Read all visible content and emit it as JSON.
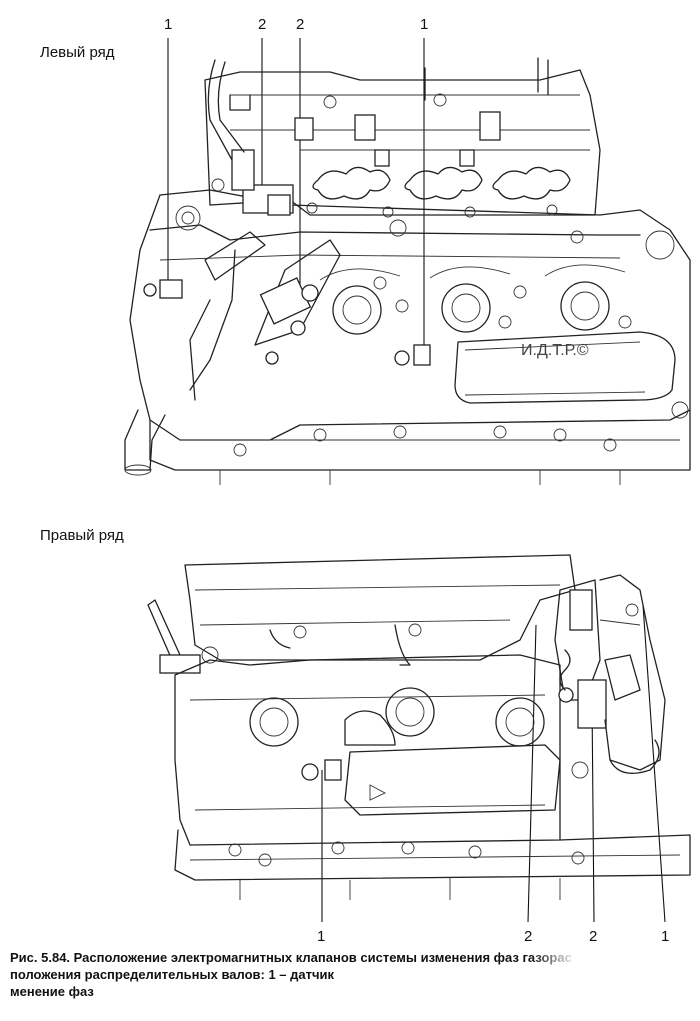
{
  "diagrams": [
    {
      "id": "left",
      "heading": "Левый ряд",
      "callouts_top": [
        "1",
        "2",
        "2",
        "1"
      ],
      "emblem": "И.Д.Т.Р.©"
    },
    {
      "id": "right",
      "heading": "Правый ряд",
      "callouts_bottom": [
        "1",
        "2",
        "2",
        "1"
      ]
    }
  ],
  "caption": {
    "line1": "Рис. 5.84. Расположение электромагнитных клапанов системы изменения фаз газорас",
    "line2": "положения распределительных валов: 1 – датчик",
    "line3": "менение фаз"
  }
}
